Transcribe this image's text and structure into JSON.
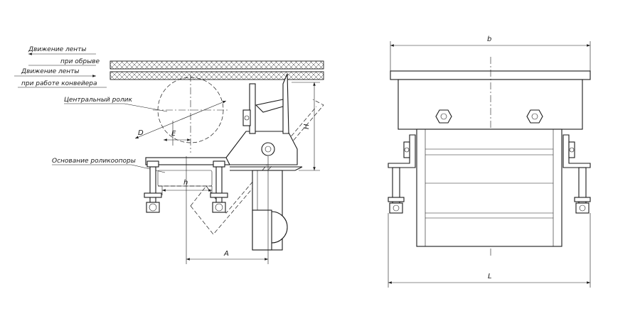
{
  "labels": {
    "belt_motion_break_line1": "Движение ленты",
    "belt_motion_break_line2": "при обрыве",
    "belt_motion_work_line1": "Движение ленты",
    "belt_motion_work_line2": "при работе конвейера",
    "central_roller": "Центральный ролик",
    "roller_base": "Основание роликоопоры"
  },
  "dimensions": {
    "D": "D",
    "E": "E",
    "H": "H",
    "h": "h",
    "A": "A",
    "b": "b",
    "L": "L"
  }
}
